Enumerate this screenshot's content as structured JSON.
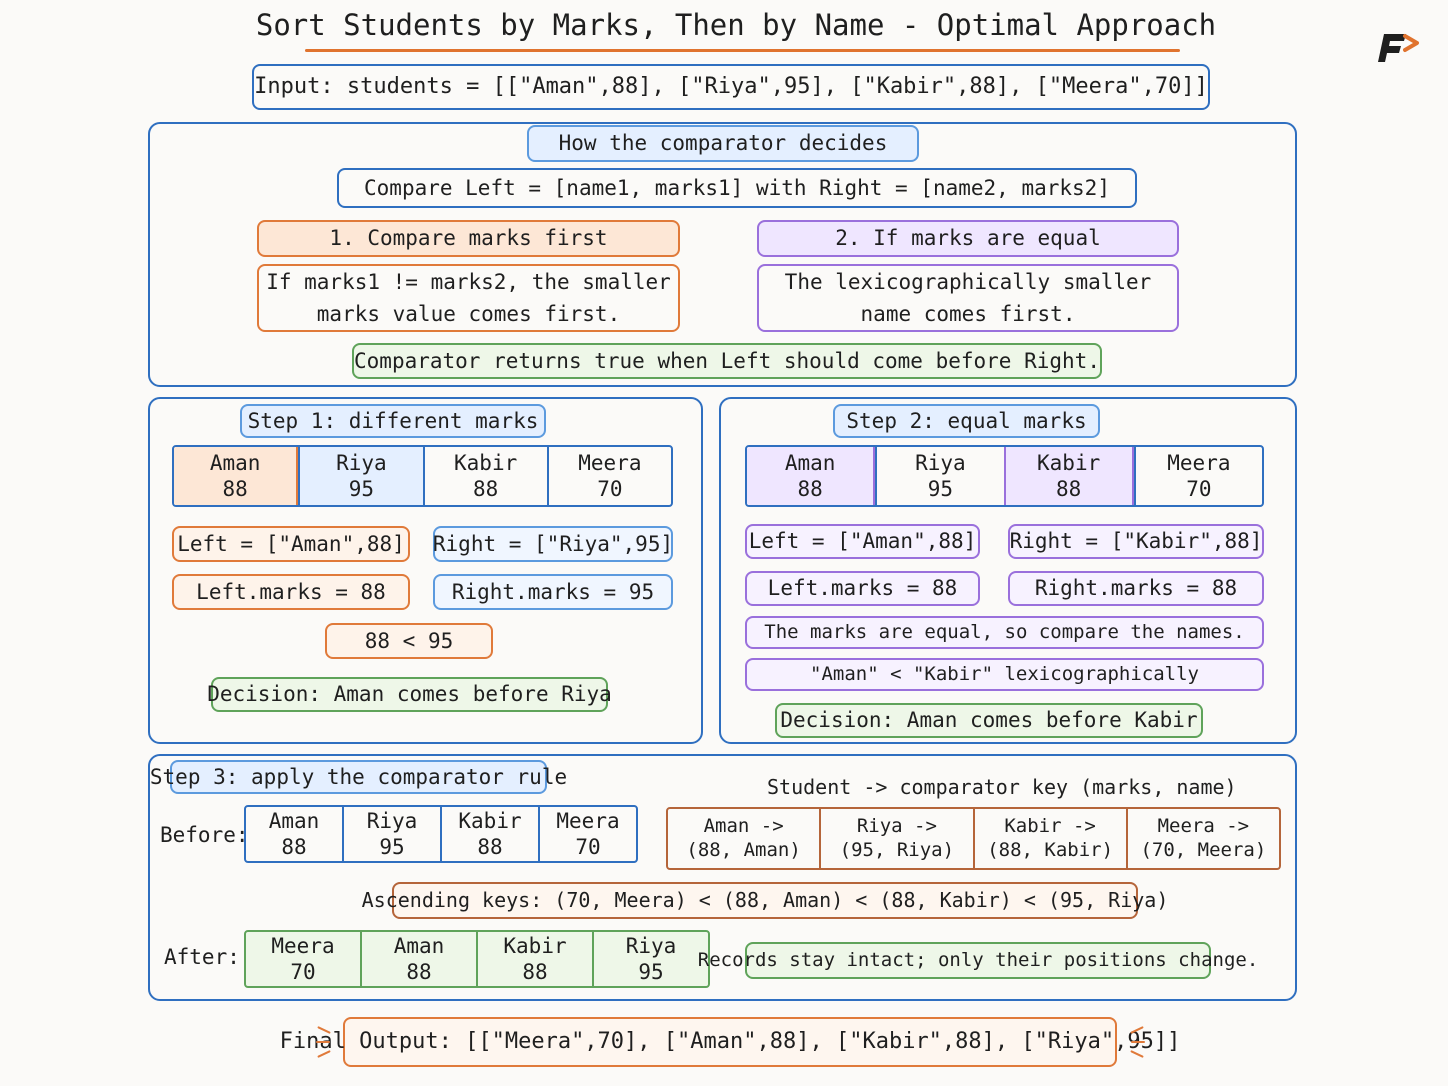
{
  "title": "Sort Students by Marks, Then by Name - Optimal Approach",
  "input": "Input:  students = [[\"Aman\",88], [\"Riya\",95], [\"Kabir\",88], [\"Meera\",70]]",
  "comparator": {
    "header": "How the comparator decides",
    "compare_line": "Compare Left = [name1, marks1] with Right = [name2, marks2]",
    "rule1_title": "1. Compare marks first",
    "rule1_body_line1": "If marks1 != marks2, the smaller",
    "rule1_body_line2": "marks value comes first.",
    "rule2_title": "2. If marks are equal",
    "rule2_body_line1": "The lexicographically smaller",
    "rule2_body_line2": "name comes first.",
    "returns_true": "Comparator returns true when Left should come before Right."
  },
  "step1": {
    "header": "Step 1: different marks",
    "cells": [
      {
        "name": "Aman",
        "marks": "88"
      },
      {
        "name": "Riya",
        "marks": "95"
      },
      {
        "name": "Kabir",
        "marks": "88"
      },
      {
        "name": "Meera",
        "marks": "70"
      }
    ],
    "left": "Left = [\"Aman\",88]",
    "right": "Right = [\"Riya\",95]",
    "left_marks": "Left.marks = 88",
    "right_marks": "Right.marks = 95",
    "comparison": "88 < 95",
    "decision": "Decision: Aman comes before Riya"
  },
  "step2": {
    "header": "Step 2: equal marks",
    "cells": [
      {
        "name": "Aman",
        "marks": "88"
      },
      {
        "name": "Riya",
        "marks": "95"
      },
      {
        "name": "Kabir",
        "marks": "88"
      },
      {
        "name": "Meera",
        "marks": "70"
      }
    ],
    "left": "Left = [\"Aman\",88]",
    "right": "Right = [\"Kabir\",88]",
    "left_marks": "Left.marks = 88",
    "right_marks": "Right.marks = 88",
    "note": "The marks are equal, so compare the names.",
    "lexi": "\"Aman\" < \"Kabir\" lexicographically",
    "decision": "Decision: Aman comes before Kabir"
  },
  "step3": {
    "header": "Step 3: apply the comparator rule",
    "before_label": "Before:",
    "before": [
      {
        "name": "Aman",
        "marks": "88"
      },
      {
        "name": "Riya",
        "marks": "95"
      },
      {
        "name": "Kabir",
        "marks": "88"
      },
      {
        "name": "Meera",
        "marks": "70"
      }
    ],
    "key_title": "Student -> comparator key (marks, name)",
    "keys": [
      {
        "line1": "Aman ->",
        "line2": "(88, Aman)"
      },
      {
        "line1": "Riya ->",
        "line2": "(95, Riya)"
      },
      {
        "line1": "Kabir ->",
        "line2": "(88, Kabir)"
      },
      {
        "line1": "Meera ->",
        "line2": "(70, Meera)"
      }
    ],
    "ascending": "Ascending keys: (70, Meera) < (88, Aman) < (88, Kabir) < (95, Riya)",
    "after_label": "After:",
    "after": [
      {
        "name": "Meera",
        "marks": "70"
      },
      {
        "name": "Aman",
        "marks": "88"
      },
      {
        "name": "Kabir",
        "marks": "88"
      },
      {
        "name": "Riya",
        "marks": "95"
      }
    ],
    "records_note": "Records stay intact; only their positions change."
  },
  "final_output": "Final Output: [[\"Meera\",70], [\"Aman\",88], [\"Kabir\",88], [\"Riya\",95]]",
  "colors": {
    "blue": "#2f6fc0",
    "orange": "#e07a3a",
    "purple": "#9a70dc",
    "green": "#5fa35a",
    "brown": "#b5653a"
  },
  "logo_text": "F"
}
